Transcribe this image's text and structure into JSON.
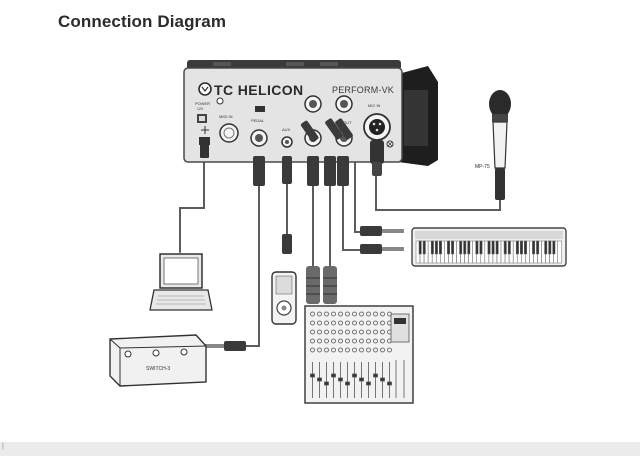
{
  "title": "Connection Diagram",
  "device": {
    "brand": "TC HELICON",
    "model": "PERFORM-VK",
    "labels": {
      "power": "POWER",
      "power_spec": "12V",
      "midi_in": "MIDI IN",
      "pedal": "PEDAL",
      "aux": "AUX",
      "out": "OUT",
      "mic_in": "MIC IN"
    }
  },
  "peripherals": {
    "microphone": "MP-75",
    "footswitch": "SWITCH-3"
  },
  "footer_mark": "|"
}
